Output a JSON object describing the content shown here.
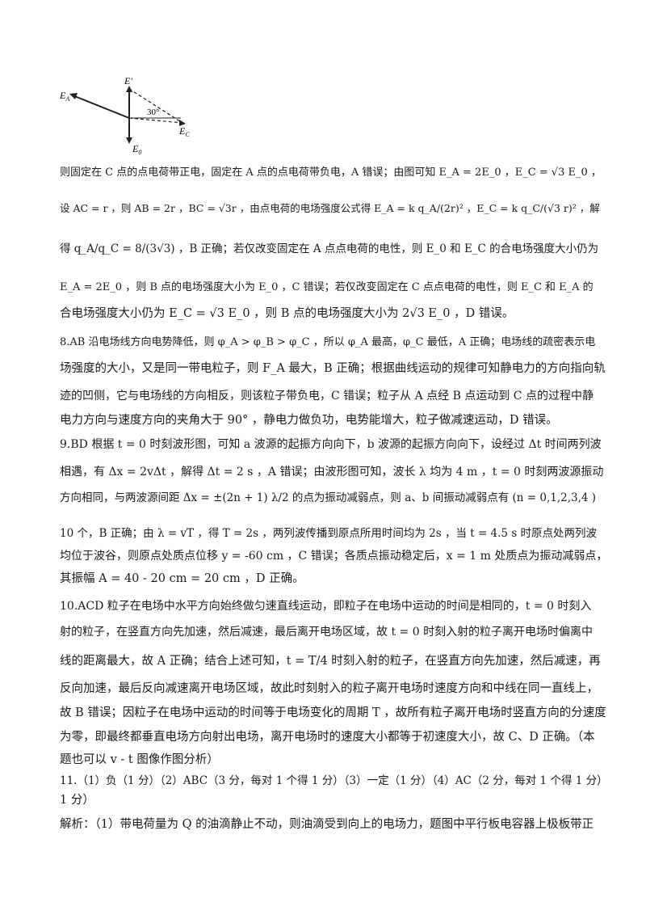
{
  "figure": {
    "label_EA": "E",
    "label_EA_sub": "A",
    "label_Eprime": "E'",
    "label_EC": "E",
    "label_EC_sub": "C",
    "label_E0": "E",
    "label_E0_sub": "0",
    "angle_label": "30°"
  },
  "lines": [
    "则固定在 C 点的点电荷带正电，固定在 A 点的点电荷带负电，A 错误；由图可知 E_A = 2E_0 ，E_C = √3 E_0 ，",
    "设 AC = r ，则 AB = 2r ，BC = √3r ，由点电荷的电场强度公式得 E_A = k q_A/(2r)² ，E_C = k q_C/(√3 r)² ，解",
    "得 q_A/q_C = 8/(3√3) ，B 正确；若仅改变固定在 A 点点电荷的电性，则 E_0 和 E_C 的合电场强度大小仍为",
    "E_A = 2E_0 ，则 B 点的电场强度大小为 E_0 ，C 错误；若仅改变固定在 C 点点电荷的电性，则 E_C 和 E_A 的",
    "合电场强度大小仍为 E_C = √3 E_0 ，则 B 点的电场强度大小为 2√3 E_0 ，D 错误。",
    "8.AB 沿电场线方向电势降低，则 φ_A > φ_B > φ_C ，所以 φ_A 最高，φ_C 最低，A 正确；电场线的疏密表示电",
    "场强度的大小，又是同一带电粒子，则 F_A 最大，B 正确；根据曲线运动的规律可知静电力的方向指向轨",
    "迹的凹侧，它与电场线的方向相反，则该粒子带负电，C 错误；粒子从 A 点经 B 点运动到 C 点的过程中静",
    "电力方向与速度方向的夹角大于 90° ，静电力做负功，电势能增大，粒子做减速运动，D 错误。",
    "9.BD 根据 t = 0 时刻波形图，可知 a 波源的起振方向向下，b 波源的起振方向向下，设经过 Δt 时间两列波",
    "相遇，有 Δx = 2vΔt ，解得 Δt = 2 s ，A 错误；由波形图可知，波长 λ 均为 4 m ，t = 0 时刻两波源振动",
    "方向相同，与两波源间距 Δx = ±(2n + 1) λ/2 的点为振动减弱点，则 a、b 间振动减弱点有 (n = 0,1,2,3,4 )",
    "10 个，B 正确；由 λ = vT ，得 T = 2s ，两列波传播到原点所用时间均为 2s ，当 t = 4.5 s 时原点处两列波",
    "均位于波谷，则原点处质点位移 y = -60 cm ，C 错误；各质点振动稳定后，x = 1 m 处质点为振动减弱点，",
    "其振幅 A = 40 - 20 cm = 20 cm ，D 正确。",
    "10.ACD 粒子在电场中水平方向始终做匀速直线运动，即粒子在电场中运动的时间是相同的，t = 0 时刻入",
    "射的粒子，在竖直方向先加速，然后减速，最后离开电场区域，故 t = 0 时刻入射的粒子离开电场时偏离中",
    "线的距离最大，故 A 正确；结合上述可知，t = T/4 时刻入射的粒子，在竖直方向先加速，然后减速，再",
    "反向加速，最后反向减速离开电场区域，故此时刻射入的粒子离开电场时速度方向和中线在同一直线上，",
    "故 B 错误；因粒子在电场中运动的时间等于电场变化的周期 T ，故所有粒子离开电场时竖直方向的分速度",
    "为零，即最终都垂直电场方向射出电场，离开电场时的速度大小都等于初速度大小，故 C、D 正确。（本",
    "题也可以 v - t 图像作图分析）",
    "11.（1）负（1 分）（2）ABC（3 分，每对 1 个得 1 分）（3）一定（1 分）（4）AC（2 分，每对 1 个得 1 分）",
    "1 分）",
    "解析：（1）带电荷量为 Q 的油滴静止不动，则油滴受到向上的电场力，题图中平行板电容器上极板带正"
  ]
}
